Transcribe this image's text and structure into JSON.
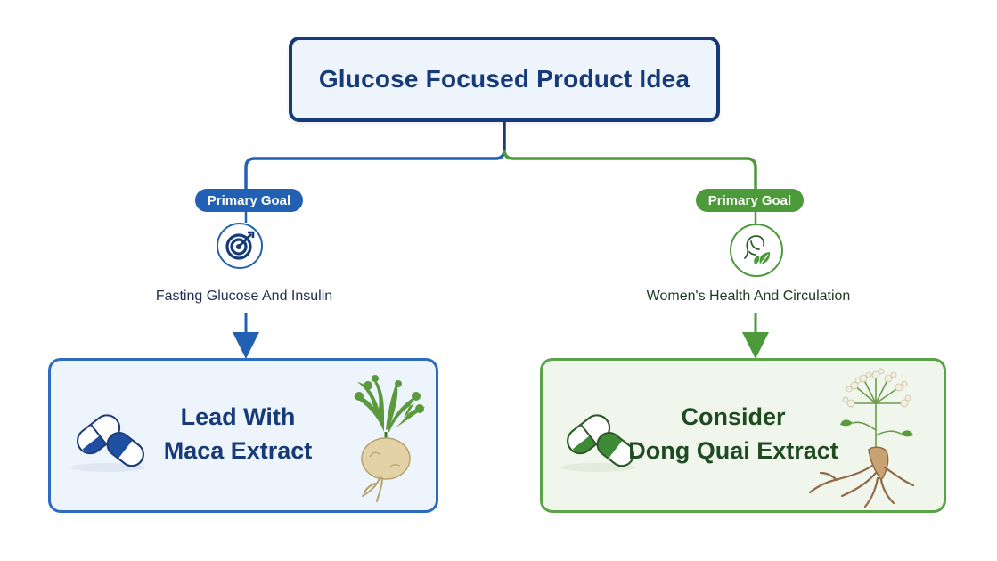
{
  "root": {
    "title": "Glucose Focused Product Idea"
  },
  "branches": [
    {
      "tag": "Primary Goal",
      "goal": "Fasting Glucose And Insulin",
      "icon": "target-icon",
      "card_lines": [
        "Lead With",
        "Maca Extract"
      ],
      "color": "#2160b3"
    },
    {
      "tag": "Primary Goal",
      "goal": "Women's Health And Circulation",
      "icon": "woman-leaf-icon",
      "card_lines": [
        "Consider",
        "Dong Quai Extract"
      ],
      "color": "#4c9a3a"
    }
  ],
  "colors": {
    "root_border": "#173a78",
    "root_fill": "#eef4fc",
    "left_accent": "#2160b3",
    "right_accent": "#4c9a3a"
  }
}
